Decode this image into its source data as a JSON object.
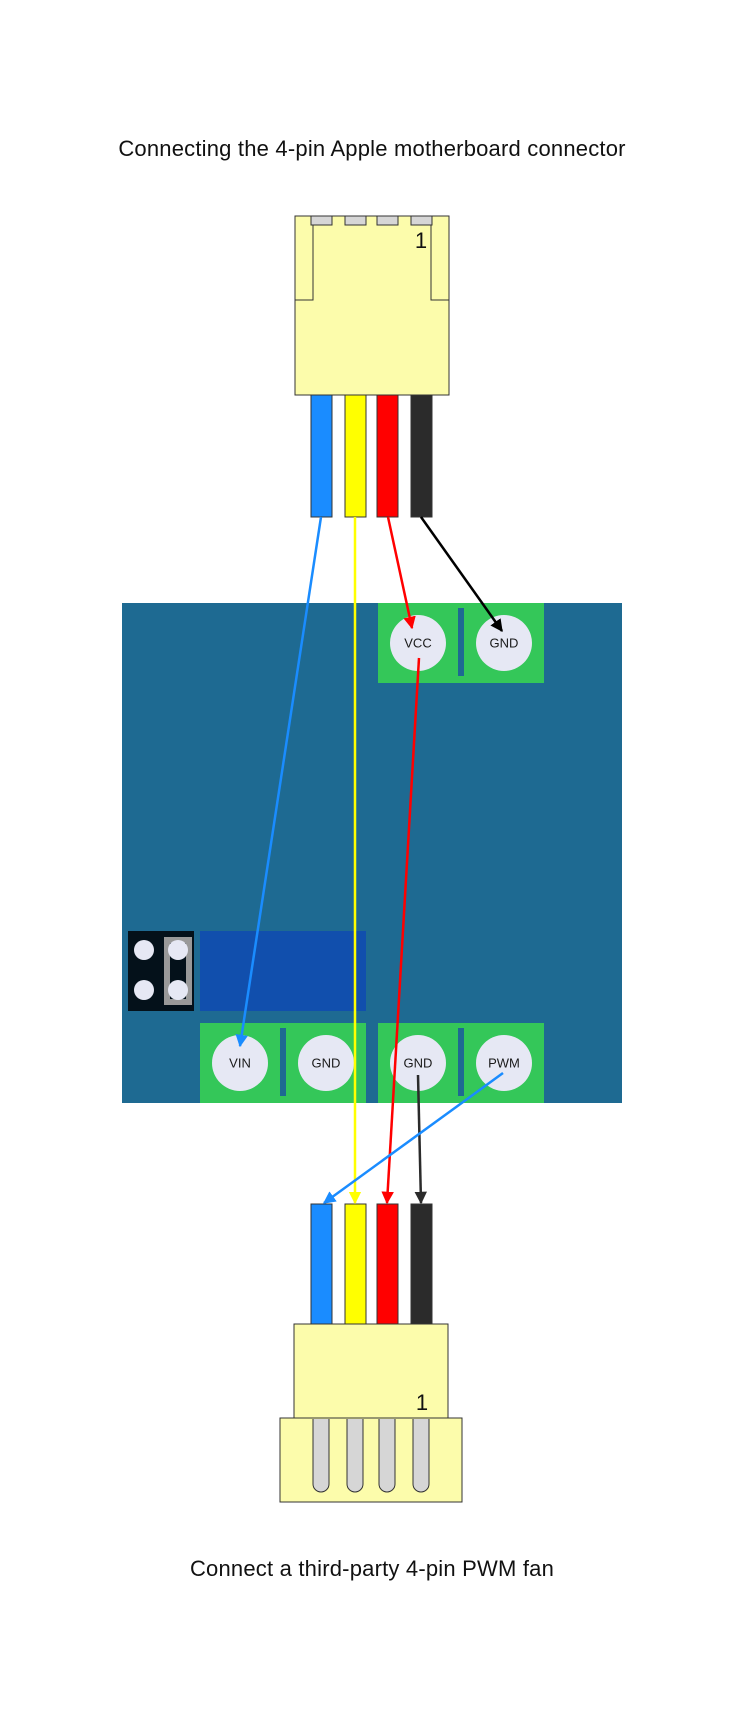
{
  "titles": {
    "top": "Connecting the 4-pin Apple motherboard connector",
    "bottom": "Connect a third-party 4-pin PWM fan"
  },
  "top_connector": {
    "name": "Apple motherboard 4-pin connector",
    "pin1_marker": "1",
    "wires": [
      {
        "id": "blue",
        "color": "#1a8cff"
      },
      {
        "id": "yellow",
        "color": "#ffff00"
      },
      {
        "id": "red",
        "color": "#ff0000"
      },
      {
        "id": "black",
        "color": "#2b2b2b"
      }
    ]
  },
  "board": {
    "color": "#1e6a92",
    "terminal_color": "#34c759",
    "pad_color": "#e6e8f4",
    "heatsink_color": "#114fad",
    "terminals": {
      "top": [
        "VCC",
        "GND"
      ],
      "bottom_left": [
        "VIN",
        "GND"
      ],
      "bottom_right": [
        "GND",
        "PWM"
      ]
    }
  },
  "bottom_connector": {
    "name": "Third-party 4-pin PWM fan connector",
    "pin1_marker": "1",
    "wires": [
      {
        "id": "blue",
        "color": "#1a8cff"
      },
      {
        "id": "yellow",
        "color": "#ffff00"
      },
      {
        "id": "red",
        "color": "#ff0000"
      },
      {
        "id": "black",
        "color": "#2b2b2b"
      }
    ]
  },
  "connections": [
    {
      "from": "top.blue",
      "to": "board.VIN",
      "color": "#1a8cff"
    },
    {
      "from": "top.yellow",
      "to": "fan.yellow",
      "color": "#ffff00"
    },
    {
      "from": "top.red",
      "to": "board.VCC",
      "color": "#ff0000"
    },
    {
      "from": "top.black",
      "to": "board.GND(top)",
      "color": "#000000"
    },
    {
      "from": "board.VCC",
      "to": "fan.red",
      "color": "#ff0000"
    },
    {
      "from": "board.GND(bottom-right)",
      "to": "fan.black",
      "color": "#2b2b2b"
    },
    {
      "from": "board.PWM",
      "to": "fan.blue",
      "color": "#1a8cff"
    }
  ]
}
